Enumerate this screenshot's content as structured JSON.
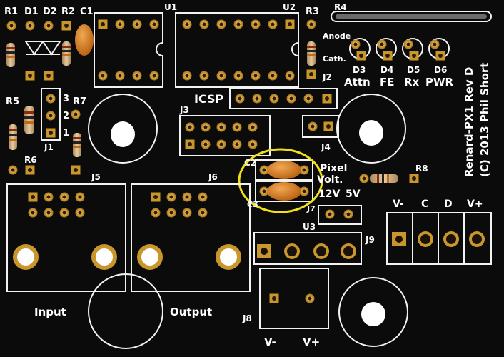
{
  "colors": {
    "pcb": "#0b0b0b",
    "silkscreen": "#f2f2f2",
    "pad_gold": "#c8962a",
    "hole": "#1a1208",
    "capacitor": "#d9801e",
    "highlight": "#f0e01a",
    "resistor_body": "#d9b88a"
  },
  "refdes": {
    "r1": "R1",
    "d1": "D1",
    "d2": "D2",
    "r2": "R2",
    "c1": "C1",
    "u1": "U1",
    "u2": "U2",
    "r3": "R3",
    "r4": "R4",
    "r5": "R5",
    "r6": "R6",
    "r7": "R7",
    "r8": "R8",
    "j1": "J1",
    "j2": "J2",
    "j3": "J3",
    "j4": "J4",
    "j5": "J5",
    "j6": "J6",
    "j7": "J7",
    "j8": "J8",
    "j9": "J9",
    "c2": "C2",
    "c3": "C3",
    "u3": "U3",
    "d3": "D3",
    "d4": "D4",
    "d5": "D5",
    "d6": "D6"
  },
  "labels": {
    "anode": "Anode",
    "cathode": "Cath.",
    "attn": "Attn",
    "fe": "FE",
    "rx": "Rx",
    "pwr": "PWR",
    "icsp": "ICSP",
    "pixel": "Pixel",
    "volt": "Volt.",
    "v12": "12V",
    "v5": "5V",
    "j1_pin3": "3",
    "j1_pin2": "2",
    "j1_pin1": "1",
    "input": "Input",
    "output": "Output",
    "j8_vminus": "V-",
    "j8_vplus": "V+",
    "j9_vminus": "V-",
    "j9_c": "C",
    "j9_d": "D",
    "j9_vplus": "V+"
  },
  "board_title": {
    "line1": "Renard-PX1 Rev D",
    "line2": "(C) 2013 Phil Short"
  }
}
